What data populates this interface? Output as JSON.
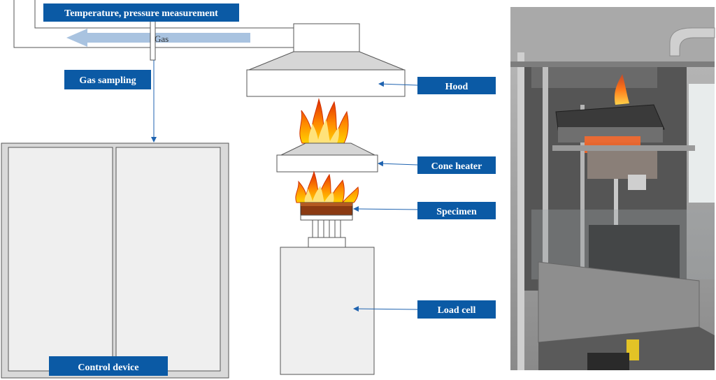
{
  "labels": {
    "temperature_pressure": "Temperature, pressure measurement",
    "gas": "Gas",
    "gas_sampling": "Gas sampling",
    "hood": "Hood",
    "cone_heater": "Cone heater",
    "specimen": "Specimen",
    "load_cell": "Load cell",
    "control_device": "Control device"
  },
  "colors": {
    "label_bg": "#0b5aa5",
    "arrow": "#1f63b0",
    "gas_flow": "#a9c3e0",
    "panel_fill": "#efefef",
    "housing_fill": "#d9d9d9",
    "hood_fill": "#d6d6d6",
    "specimen_fill": "#8b3a12"
  },
  "photo": {
    "icon": "cone-calorimeter-photo"
  }
}
